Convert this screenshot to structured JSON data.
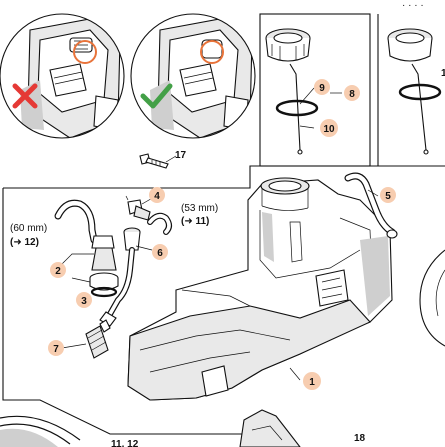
{
  "colors": {
    "callout_fill": "#f7cdb0",
    "wrong": "#e53935",
    "right": "#43a047",
    "highlight_ring": "#e8733a"
  },
  "icons": {
    "wrong": "cross-mark-icon",
    "right": "check-mark-icon"
  },
  "part_numbers": [
    "1",
    "2",
    "3",
    "4",
    "5",
    "6",
    "7",
    "8",
    "9",
    "10",
    "17",
    "18"
  ],
  "dimensions": {
    "left": {
      "size": "(60 mm)",
      "ref": "(➜ 12)"
    },
    "right": {
      "size": "(53 mm)",
      "ref": "(➜ 11)"
    }
  },
  "bottom_ref": "11, 12",
  "cut_label": "1"
}
